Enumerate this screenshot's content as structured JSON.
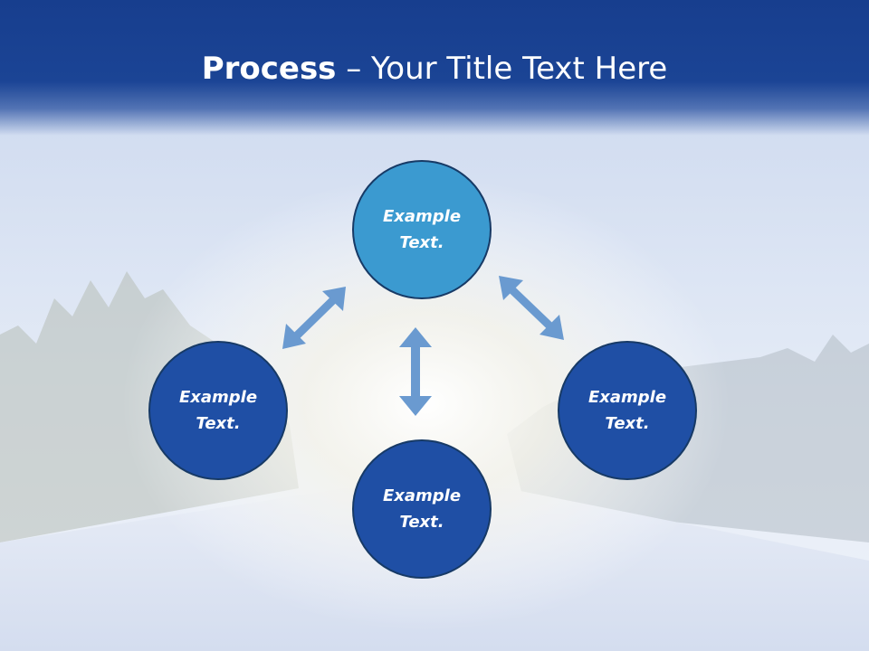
{
  "title": {
    "bold": "Process",
    "rest": " – Your Title Text Here"
  },
  "nodes": {
    "top": "Example\nText.",
    "left": "Example\nText.",
    "right": "Example\nText.",
    "bottom": "Example\nText."
  },
  "colors": {
    "banner": "#173e8e",
    "highlight_node": "#3b9ad0",
    "node": "#1f4fa5",
    "arrow": "#6a9ad0"
  }
}
